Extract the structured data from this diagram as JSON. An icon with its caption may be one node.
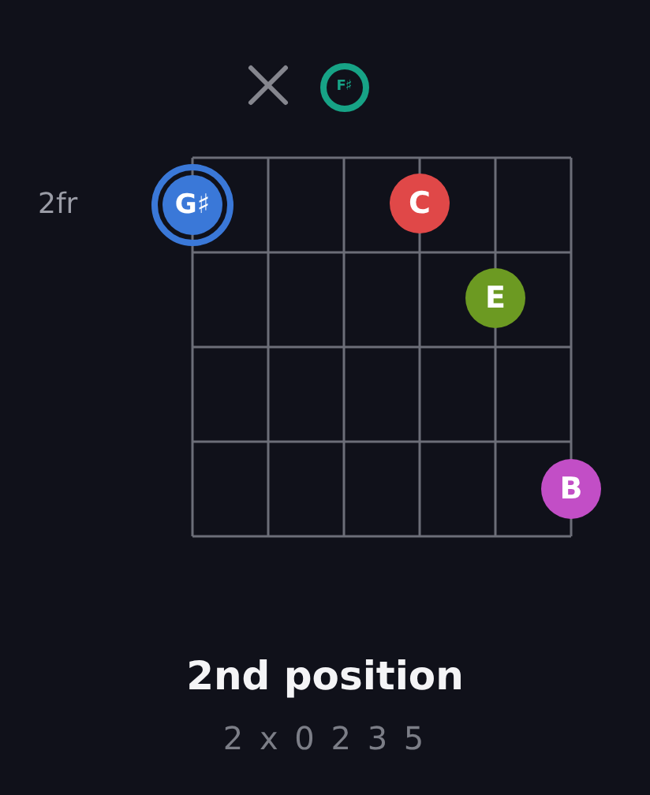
{
  "diagram": {
    "title": "2nd position",
    "nodes": [
      {
        "text": [
          "F♯"
        ]
      },
      {
        "text": [
          "G♯"
        ]
      },
      {
        "text": [
          "C"
        ]
      },
      {
        "text": [
          "E"
        ]
      },
      {
        "text": [
          "B"
        ]
      }
    ],
    "labels": [
      "2fr",
      "2 x 0 2 3 5"
    ]
  }
}
